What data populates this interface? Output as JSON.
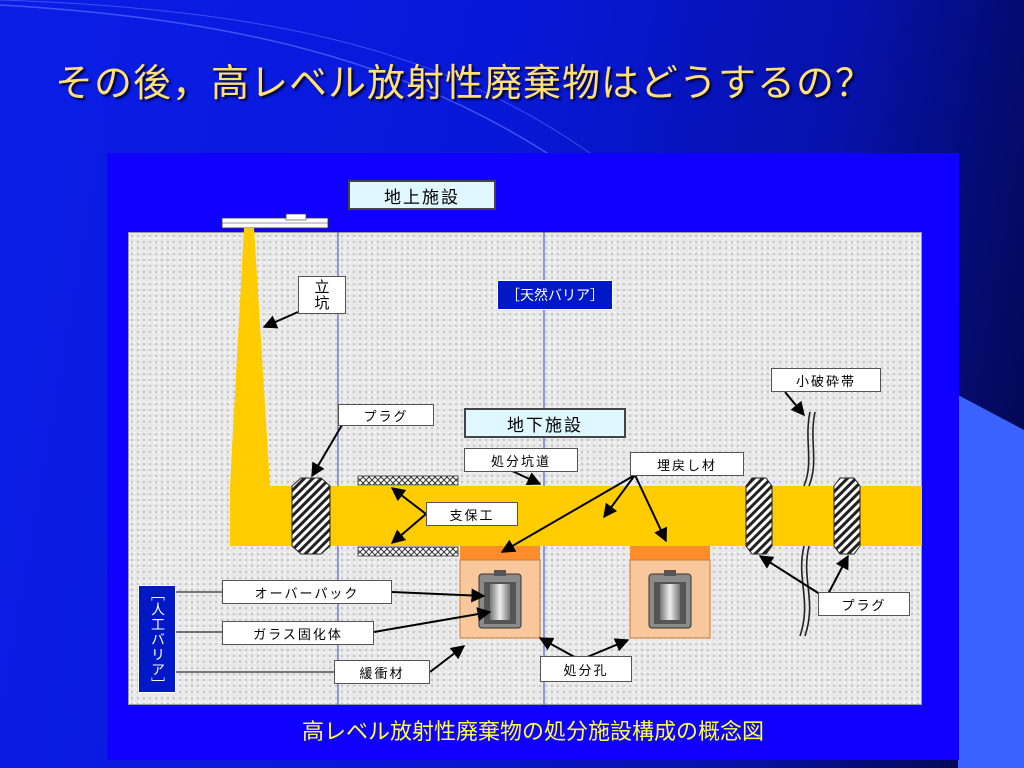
{
  "slide": {
    "title": "その後，高レベル放射性廃棄物はどうするの？"
  },
  "diagram": {
    "labels": {
      "surface_facility": "地上施設",
      "shaft": [
        "立",
        "坑"
      ],
      "natural_barrier": "［天然バリア］",
      "fracture_zone": "小破砕帯",
      "plug_upper": "プラグ",
      "underground_facility": "地下施設",
      "disposal_tunnel": "処分坑道",
      "backfill": "埋戻し材",
      "support": "支保工",
      "overpack": "オーバーパック",
      "vitrified_waste": "ガラス固化体",
      "buffer": "緩衝材",
      "disposal_pit": "処分孔",
      "plug_lower": "プラグ",
      "engineered_barrier": "［人工バリア］"
    },
    "caption": "高レベル放射性廃棄物の処分施設構成の概念図"
  },
  "colors": {
    "background": "#0a1ee6",
    "panel": "#0f00ff",
    "title": "#ffe070",
    "caption": "#ffff44",
    "tunnel": "#ffcc00",
    "bentonite": "#f8c89c",
    "backfill_top": "#ff8c2a"
  },
  "icons": [
    "surface-building-icon",
    "plug-icon",
    "overpack-icon",
    "fracture-zone-icon"
  ]
}
